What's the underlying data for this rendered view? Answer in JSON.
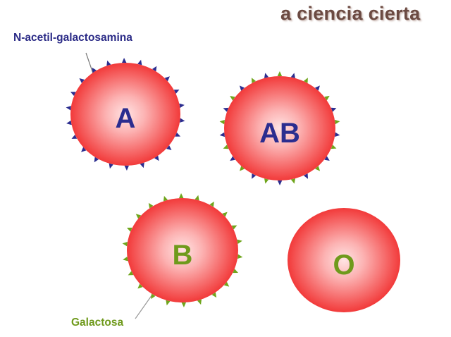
{
  "brand": "a ciencia cierta",
  "label_antigen_a": "N-acetil-galactosamina",
  "label_antigen_b": "Galactosa",
  "colors": {
    "antigen_a": "#2b2d8f",
    "antigen_b": "#6fa51c",
    "cell_center": "#ffe4e4",
    "cell_edge": "#f23a3a",
    "letter_a": "#2b2d8f",
    "letter_b": "#6f9a1c"
  },
  "cells": [
    {
      "label": "A",
      "antigens": [
        "A"
      ]
    },
    {
      "label": "AB",
      "antigens": [
        "A",
        "B"
      ]
    },
    {
      "label": "B",
      "antigens": [
        "B"
      ]
    },
    {
      "label": "O",
      "antigens": []
    }
  ]
}
